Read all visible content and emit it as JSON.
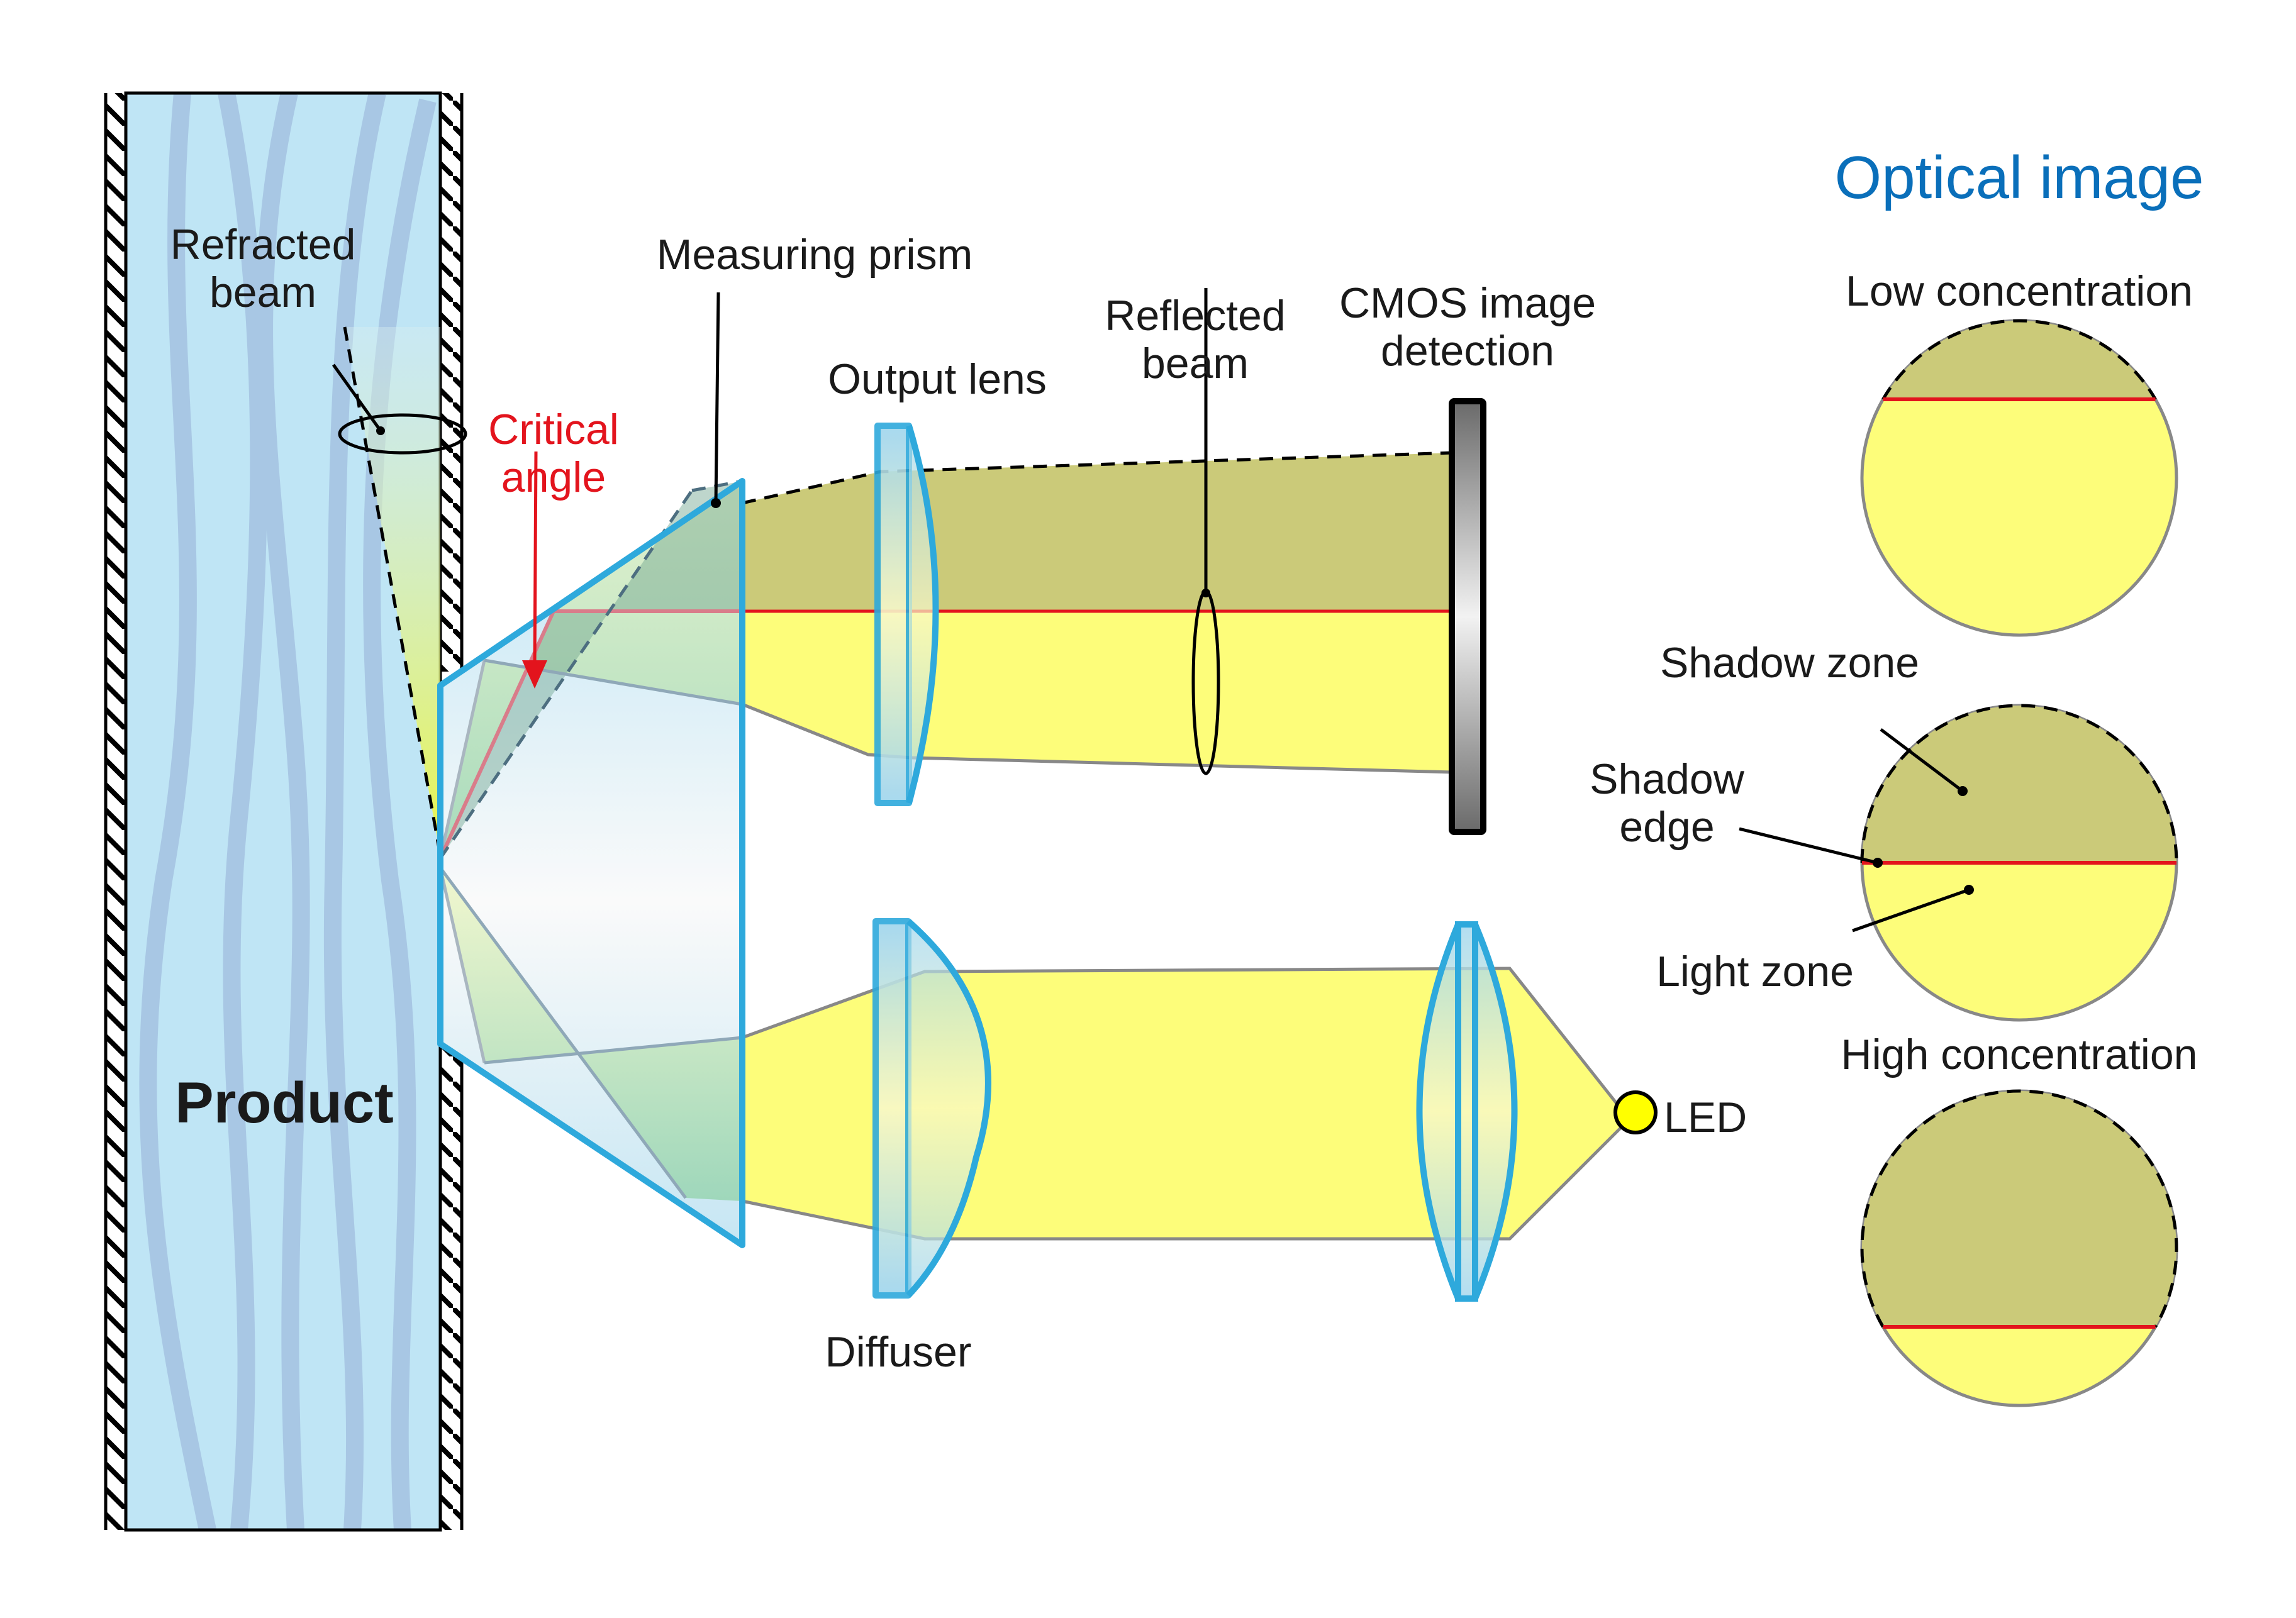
{
  "diagram": {
    "title": "Refractometer optical path (inline process refractometer)",
    "labels": {
      "product": "Product",
      "refracted_beam": [
        "Refracted",
        "beam"
      ],
      "critical_angle": [
        "Critical",
        "angle"
      ],
      "measuring_prism": "Measuring prism",
      "output_lens": "Output lens",
      "reflected_beam": [
        "Reflected",
        "beam"
      ],
      "cmos": [
        "CMOS image",
        "detection"
      ],
      "diffuser": "Diffuser",
      "led": "LED"
    },
    "optical_image": {
      "title": "Optical image",
      "panels": [
        {
          "label": "Low concentration",
          "shadow_fraction": 0.25
        },
        {
          "label": "",
          "shadow_fraction": 0.5,
          "annotations": {
            "shadow_zone": "Shadow zone",
            "shadow_edge": [
              "Shadow",
              "edge"
            ],
            "light_zone": "Light zone"
          }
        },
        {
          "label": "High concentration",
          "shadow_fraction": 0.75
        }
      ]
    },
    "colors": {
      "product_fill": "#bfe5f5",
      "product_streak": "#a8c7e4",
      "glass_stroke": "#2ea9dc",
      "light_yellow": "#fdfd7a",
      "shadow_olive": "#cbca79",
      "edge_red": "#e3141d",
      "title_blue": "#0a6fba",
      "led_yellow": "#ffff00",
      "ray_gray": "#888888"
    }
  }
}
